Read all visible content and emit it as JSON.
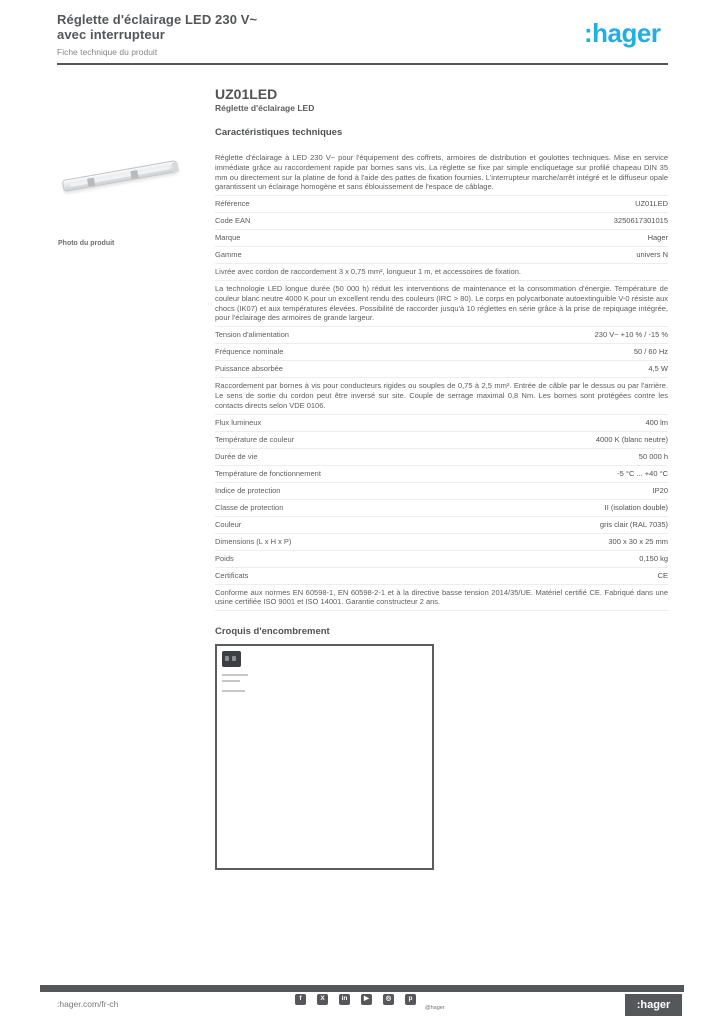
{
  "colors": {
    "brand_cyan": "#20aee6",
    "text_gray": "#54565a",
    "footer_bar_gray": "#55575a"
  },
  "header": {
    "title_line1": "Réglette d'éclairage LED 230 V~",
    "title_line2": "avec interrupteur",
    "subtitle": "Fiche technique du produit",
    "logo_text": ":hager"
  },
  "sidebar": {
    "image_caption": "Photo du produit"
  },
  "product": {
    "reference": "UZ01LED",
    "name": "Réglette d'éclairage LED",
    "specs_title": "Caractéristiques techniques"
  },
  "spec_table": {
    "rows": [
      {
        "text": "Réglette d'éclairage à LED 230 V~ pour l'équipement des coffrets, armoires de distribution et goulottes techniques. Mise en service immédiate grâce au raccordement rapide par bornes sans vis. La réglette se fixe par simple encliquetage sur profilé chapeau DIN 35 mm ou directement sur la platine de fond à l'aide des pattes de fixation fournies. L'interrupteur marche/arrêt intégré et le diffuseur opale garantissent un éclairage homogène et sans éblouissement de l'espace de câblage."
      },
      {
        "label": "Référence",
        "value": "UZ01LED"
      },
      {
        "label": "Code EAN",
        "value": "3250617301015"
      },
      {
        "label": "Marque",
        "value": "Hager"
      },
      {
        "label": "Gamme",
        "value": "univers N"
      },
      {
        "text": "Livrée avec cordon de raccordement 3 x 0,75 mm², longueur 1 m, et accessoires de fixation."
      },
      {
        "text": "La technologie LED longue durée (50 000 h) réduit les interventions de maintenance et la consommation d'énergie. Température de couleur blanc neutre 4000 K pour un excellent rendu des couleurs (IRC > 80). Le corps en polycarbonate autoextinguible V-0 résiste aux chocs (IK07) et aux températures élevées. Possibilité de raccorder jusqu'à 10 réglettes en série grâce à la prise de repiquage intégrée, pour l'éclairage des armoires de grande largeur."
      },
      {
        "label": "Tension d'alimentation",
        "value": "230 V~ +10 % / -15 %"
      },
      {
        "label": "Fréquence nominale",
        "value": "50 / 60 Hz"
      },
      {
        "label": "Puissance absorbée",
        "value": "4,5 W"
      },
      {
        "text": "Raccordement par bornes à vis pour conducteurs rigides ou souples de 0,75 à 2,5 mm². Entrée de câble par le dessus ou par l'arrière. Le sens de sortie du cordon peut être inversé sur site. Couple de serrage maximal 0,8 Nm. Les bornes sont protégées contre les contacts directs selon VDE 0106."
      },
      {
        "label": "Flux lumineux",
        "value": "400 lm"
      },
      {
        "label": "Température de couleur",
        "value": "4000 K (blanc neutre)"
      },
      {
        "label": "Durée de vie",
        "value": "50 000 h"
      },
      {
        "label": "Température de fonctionnement",
        "value": "-5 °C ... +40 °C"
      },
      {
        "label": "Indice de protection",
        "value": "IP20"
      },
      {
        "label": "Classe de protection",
        "value": "II (isolation double)"
      },
      {
        "label": "Couleur",
        "value": "gris clair (RAL 7035)"
      },
      {
        "label": "Dimensions (L x H x P)",
        "value": "300 x 30 x 25 mm"
      },
      {
        "label": "Poids",
        "value": "0,150 kg"
      },
      {
        "label": "Certificats",
        "value": "CE"
      },
      {
        "text": "Conforme aux normes EN 60598-1, EN 60598-2-1 et à la directive basse tension 2014/35/UE. Matériel certifié CE. Fabriqué dans une usine certifiée ISO 9001 et ISO 14001. Garantie constructeur 2 ans."
      }
    ]
  },
  "diagram": {
    "title": "Croquis d'encombrement"
  },
  "footer": {
    "website": ":hager.com/fr-ch",
    "social": [
      {
        "name": "facebook",
        "glyph": "f"
      },
      {
        "name": "x",
        "glyph": "X"
      },
      {
        "name": "linkedin",
        "glyph": "in"
      },
      {
        "name": "youtube",
        "glyph": "▶"
      },
      {
        "name": "instagram",
        "glyph": "◎"
      },
      {
        "name": "pinterest",
        "glyph": "p"
      }
    ],
    "social_caption": "@hager",
    "logo_badge": ":hager"
  }
}
